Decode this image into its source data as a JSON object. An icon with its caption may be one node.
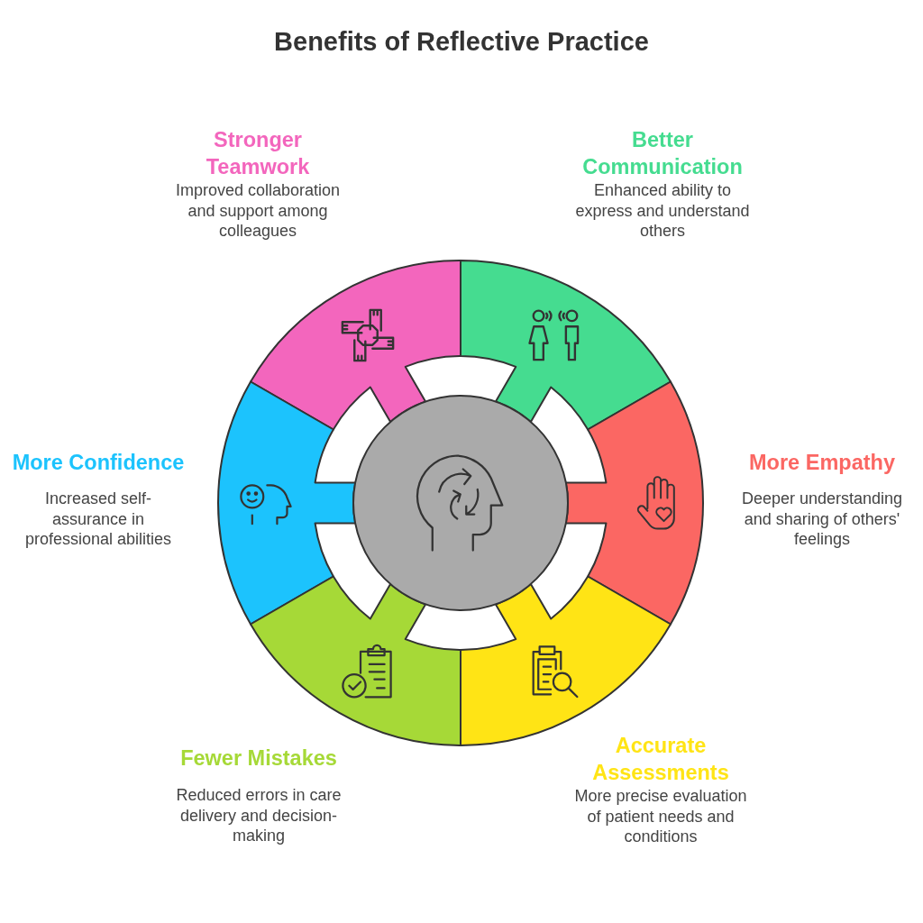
{
  "diagram": {
    "title": "Benefits of Reflective Practice",
    "nodes": [
      {
        "text": [
          "Stronger Teamwork",
          "Improved collaboration and support among colleagues"
        ]
      },
      {
        "text": [
          "Better Communication",
          "Enhanced ability to express and understand others"
        ]
      },
      {
        "text": [
          "More Confidence",
          "Increased self-assurance in professional abilities"
        ]
      },
      {
        "text": [],
        "shape": "circle"
      },
      {
        "text": [
          "More Empathy",
          "Deeper understanding and sharing of others' feelings"
        ]
      },
      {
        "text": [
          "Fewer Mistakes",
          "Reduced errors in care delivery and decision-making"
        ]
      },
      {
        "text": [
          "Accurate Assessments",
          "More precise evaluation of patient needs and conditions"
        ]
      }
    ]
  }
}
